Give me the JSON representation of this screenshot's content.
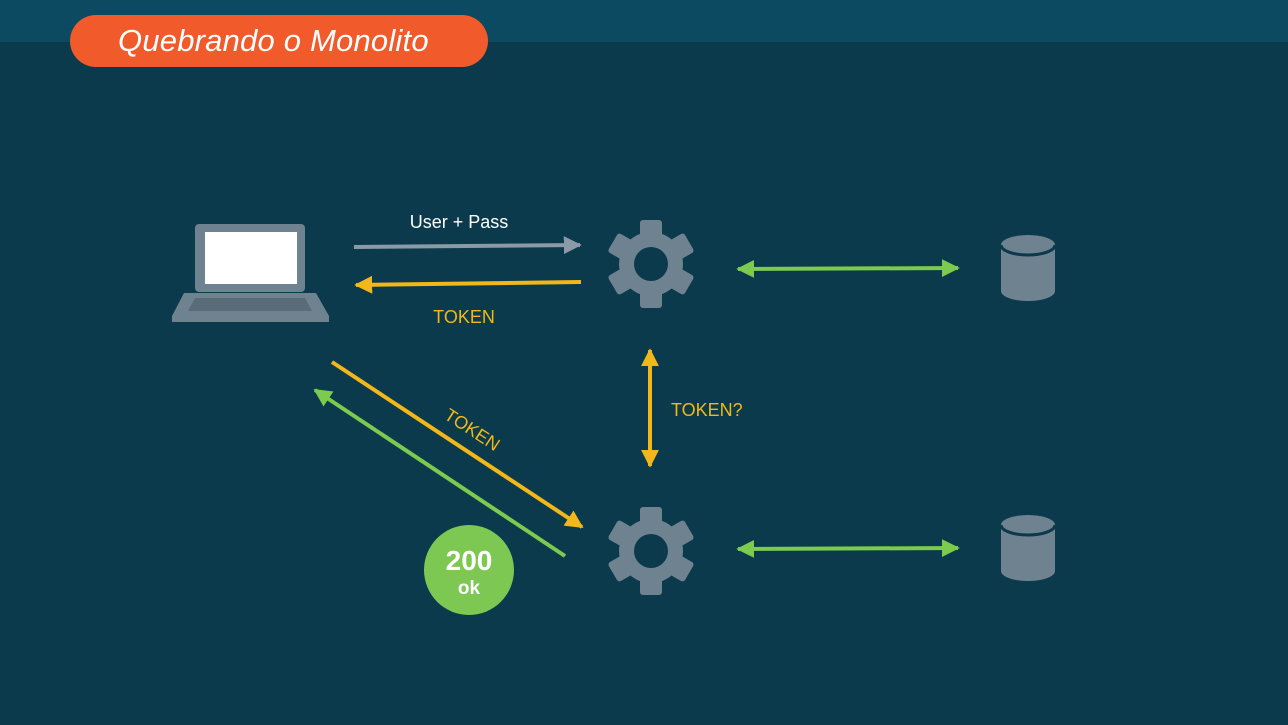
{
  "title": "Quebrando o Monolito",
  "labels": {
    "user_pass": "User + Pass",
    "token_return": "TOKEN",
    "token_diagonal": "TOKEN",
    "token_check": "TOKEN?"
  },
  "badge": {
    "code": "200",
    "text": "ok"
  },
  "colors": {
    "background": "#0b3a4c",
    "title_pill": "#f15a2b",
    "icon_gray": "#6f8290",
    "arrow_gray": "#8a9aa6",
    "arrow_yellow": "#f2b718",
    "arrow_green": "#7ccb4e",
    "badge_green": "#7dc852"
  }
}
